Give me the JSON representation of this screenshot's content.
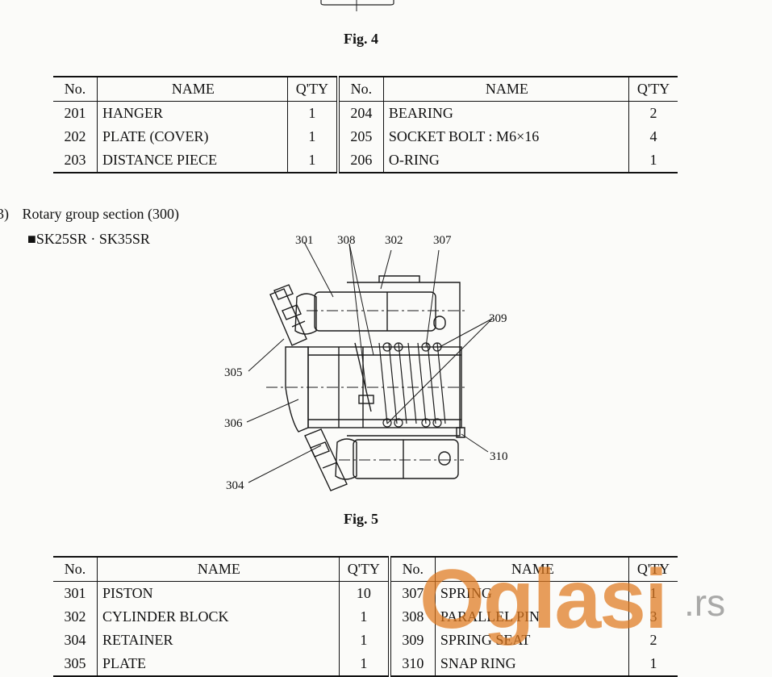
{
  "fig4": {
    "caption": "Fig. 4",
    "header": {
      "no": "No.",
      "name": "NAME",
      "qty": "Q'TY"
    },
    "rows": [
      {
        "l_no": "201",
        "l_name": "HANGER",
        "l_qty": "1",
        "r_no": "204",
        "r_name": "BEARING",
        "r_qty": "2"
      },
      {
        "l_no": "202",
        "l_name": "PLATE (COVER)",
        "l_qty": "1",
        "r_no": "205",
        "r_name": "SOCKET BOLT : M6×16",
        "r_qty": "4"
      },
      {
        "l_no": "203",
        "l_name": "DISTANCE PIECE",
        "l_qty": "1",
        "r_no": "206",
        "r_name": "O-RING",
        "r_qty": "1"
      }
    ]
  },
  "section": {
    "number": "3)",
    "title": "Rotary group section (300)",
    "model_marker": "■",
    "model": "SK25SR · SK35SR"
  },
  "fig5": {
    "caption": "Fig. 5",
    "callouts": [
      "301",
      "308",
      "302",
      "307",
      "309",
      "305",
      "306",
      "310",
      "304"
    ],
    "header": {
      "no": "No.",
      "name": "NAME",
      "qty": "Q'TY"
    },
    "rows": [
      {
        "l_no": "301",
        "l_name": "PISTON",
        "l_qty": "10",
        "r_no": "307",
        "r_name": "SPRING",
        "r_qty": "1"
      },
      {
        "l_no": "302",
        "l_name": "CYLINDER BLOCK",
        "l_qty": "1",
        "r_no": "308",
        "r_name": "PARALLEL PIN",
        "r_qty": "3"
      },
      {
        "l_no": "304",
        "l_name": "RETAINER",
        "l_qty": "1",
        "r_no": "309",
        "r_name": "SPRING SEAT",
        "r_qty": "2"
      },
      {
        "l_no": "305",
        "l_name": "PLATE",
        "l_qty": "1",
        "r_no": "310",
        "r_name": "SNAP RING",
        "r_qty": "1"
      }
    ]
  },
  "watermark": {
    "brand": "Oglasi",
    "suffix": ".rs",
    "color": "#e07a1f"
  }
}
